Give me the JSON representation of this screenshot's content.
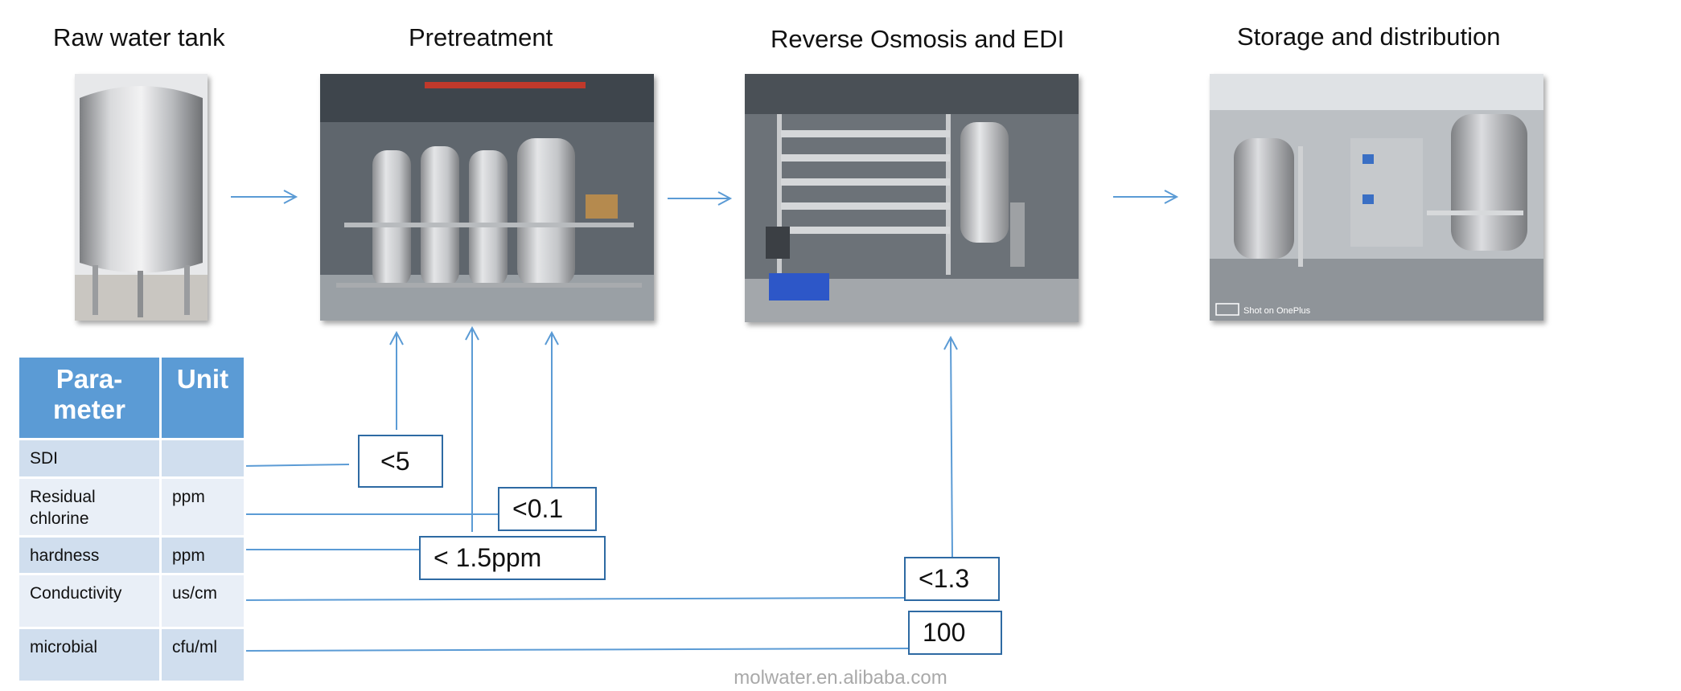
{
  "stages": [
    {
      "title": "Raw water tank",
      "image": "stainless-steel-raw-water-tank-photo"
    },
    {
      "title": "Pretreatment",
      "image": "pretreatment-filter-vessels-photo"
    },
    {
      "title": "Reverse Osmosis and EDI",
      "image": "reverse-osmosis-skid-photo"
    },
    {
      "title": "Storage and distribution",
      "image": "storage-distribution-room-photo"
    }
  ],
  "photo_caption": "Shot on OnePlus",
  "table": {
    "headers": [
      "Para-\nmeter",
      "Unit"
    ],
    "rows": [
      {
        "parameter": "SDI",
        "unit": ""
      },
      {
        "parameter": "Residual\nchlorine",
        "unit": "ppm"
      },
      {
        "parameter": "hardness",
        "unit": "ppm"
      },
      {
        "parameter": "Conductivity",
        "unit": "us/cm"
      },
      {
        "parameter": "microbial",
        "unit": "cfu/ml"
      }
    ]
  },
  "values": {
    "sdi": "<5",
    "residual_chlorine": "<0.1",
    "hardness": "< 1.5ppm",
    "conductivity": "<1.3",
    "microbial": "100"
  },
  "watermark": "molwater.en.alibaba.com",
  "colors": {
    "arrow": "#5b9bd5",
    "header_fill": "#5b9bd5",
    "row_fill_dark": "#d0deee",
    "row_fill_light": "#e9eff7",
    "box_border": "#2e6aa3",
    "watermark": "#a9a9a9"
  }
}
